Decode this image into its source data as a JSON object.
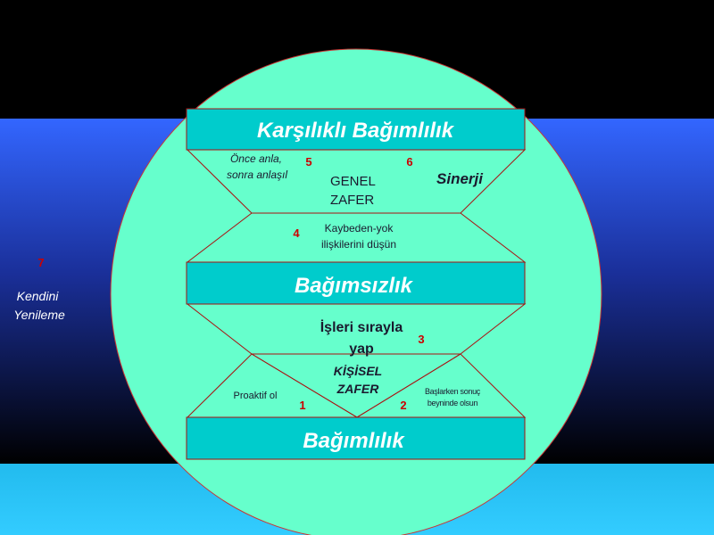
{
  "colors": {
    "bar": "#00cccc",
    "circle": "#66ffcc",
    "number": "#cc0000",
    "text": "#1a1a2e"
  },
  "bars": {
    "top": "Karşılıklı Bağımlılık",
    "middle": "Bağımsızlık",
    "bottom": "Bağımlılık"
  },
  "zones": {
    "public_victory": [
      "GENEL",
      "ZAFER"
    ],
    "private_victory": [
      "KİŞİSEL",
      "ZAFER"
    ]
  },
  "habits": {
    "h1": {
      "number": "1",
      "lines": [
        "Proaktif ol"
      ]
    },
    "h2": {
      "number": "2",
      "lines": [
        "Başlarken sonuç",
        "beyninde olsun"
      ]
    },
    "h3": {
      "number": "3",
      "lines": [
        "İşleri sırayla",
        "yap"
      ]
    },
    "h4": {
      "number": "4",
      "lines": [
        "Kaybeden-yok",
        "ilişkilerini düşün"
      ]
    },
    "h5": {
      "number": "5",
      "lines": [
        "Önce anla,",
        "sonra anlaşıl"
      ]
    },
    "h6": {
      "number": "6",
      "lines": [
        "Sinerji"
      ]
    },
    "h7": {
      "number": "7",
      "lines": [
        "Kendini",
        "Yenileme"
      ]
    }
  }
}
